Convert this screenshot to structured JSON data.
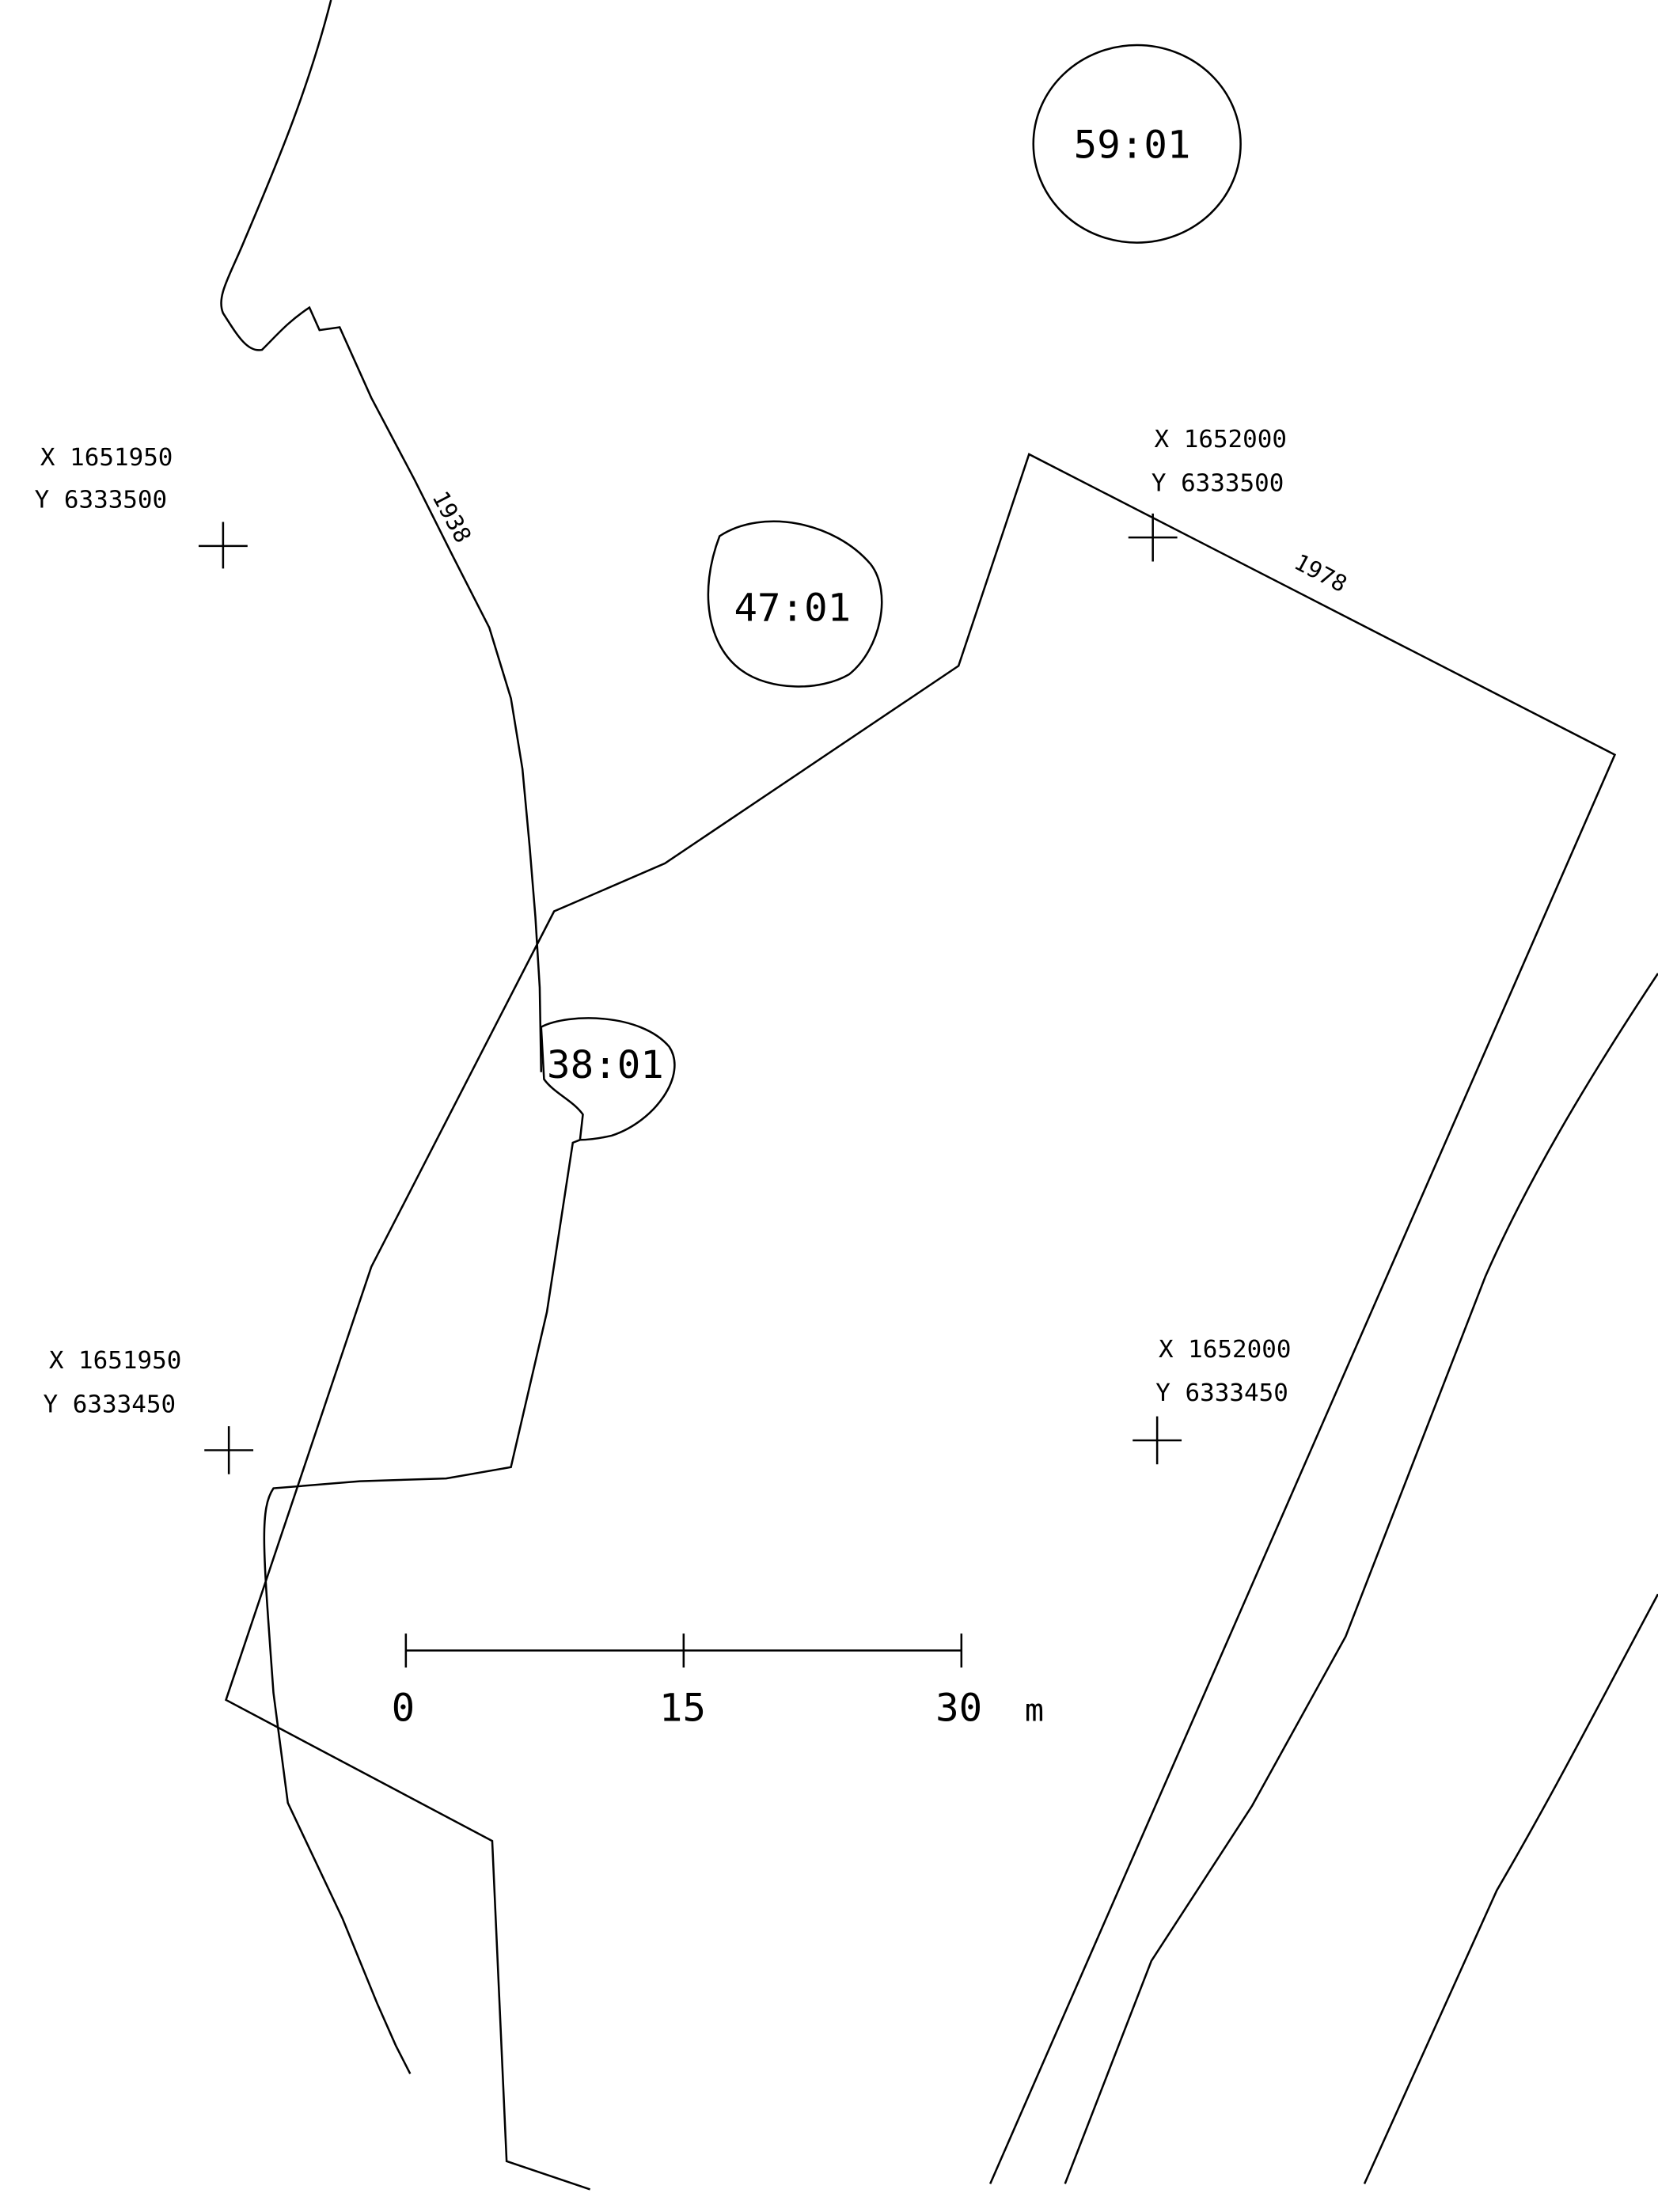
{
  "map": {
    "parcels": [
      {
        "label": "59:01"
      },
      {
        "label": "47:01"
      },
      {
        "label": "38:01"
      }
    ],
    "boundary_years": [
      "1938",
      "1978"
    ],
    "grid_points": [
      {
        "x_label": "X 1651950",
        "y_label": "Y 6333500"
      },
      {
        "x_label": "X 1652000",
        "y_label": "Y 6333500"
      },
      {
        "x_label": "X 1651950",
        "y_label": "Y 6333450"
      },
      {
        "x_label": "X 1652000",
        "y_label": "Y 6333450"
      }
    ],
    "scale_bar": {
      "ticks": [
        "0",
        "15",
        "30"
      ],
      "unit": "m"
    }
  }
}
